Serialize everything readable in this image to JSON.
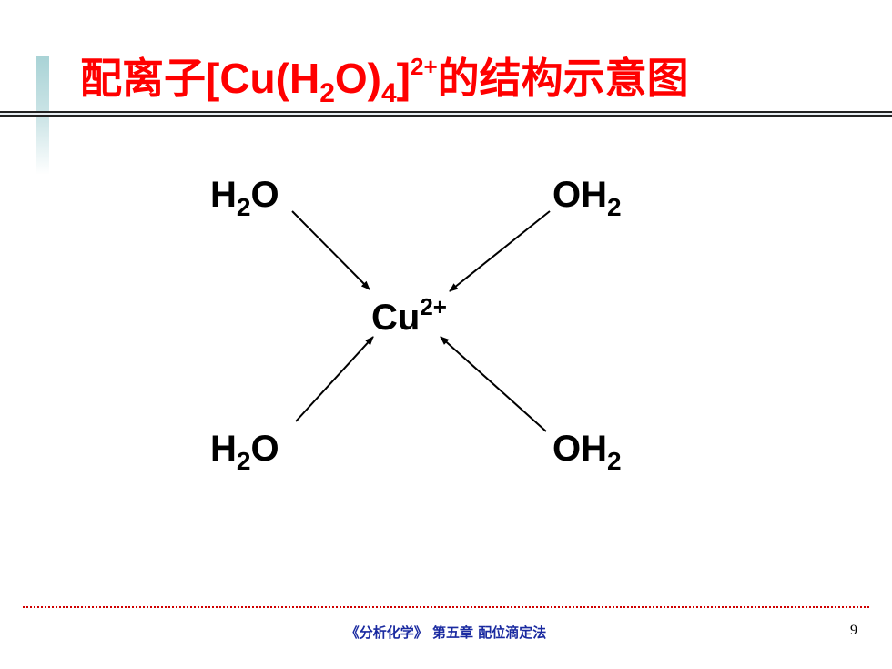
{
  "title": {
    "prefix": "配离子[Cu(H",
    "sub1": "2",
    "mid": "O)",
    "sub2": "4",
    "close": "]",
    "charge": "2+",
    "suffix": "的结构示意图"
  },
  "diagram": {
    "center": {
      "symbol": "Cu",
      "charge": "2+"
    },
    "ligands": [
      {
        "pre": "H",
        "sub": "2",
        "post": "O"
      },
      {
        "pre": "OH",
        "sub": "2",
        "post": ""
      },
      {
        "pre": "H",
        "sub": "2",
        "post": "O"
      },
      {
        "pre": "OH",
        "sub": "2",
        "post": ""
      }
    ]
  },
  "footer": {
    "text": "《分析化学》 第五章  配位滴定法",
    "page": "9"
  },
  "colors": {
    "title": "#ff0000",
    "footer": "#1a2aa0",
    "divider": "#d00000"
  }
}
